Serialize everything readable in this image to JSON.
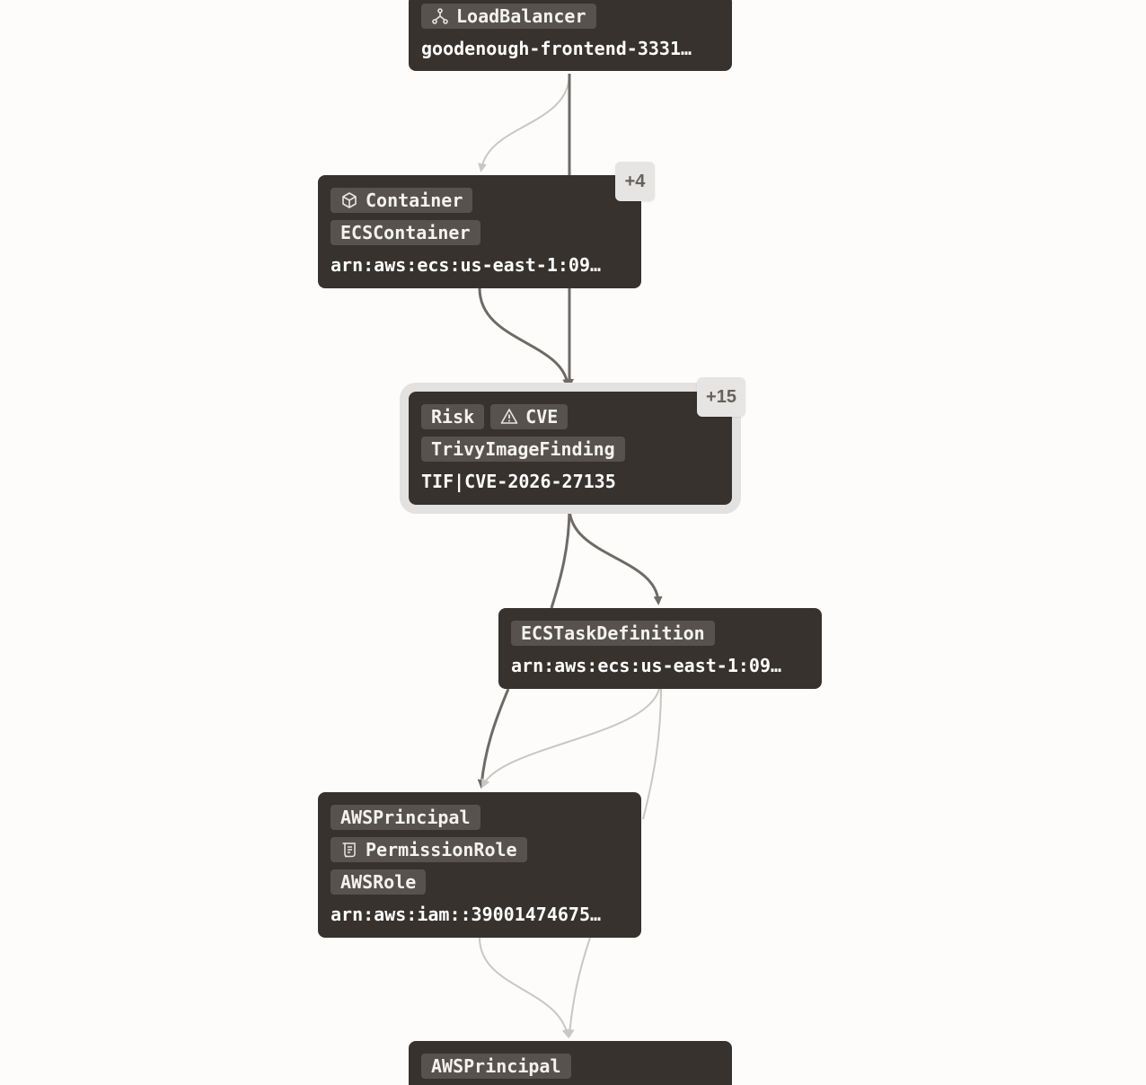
{
  "colors": {
    "background": "#fdfcfb",
    "node_bg": "#37322d",
    "tag_bg": "#57524d",
    "edge_strong": "#6e6a66",
    "edge_light": "#c9c7c4",
    "badge_bg": "#e6e5e3",
    "selected_ring": "#e3e2e0"
  },
  "nodes": {
    "loadbalancer": {
      "tags": [
        {
          "label": "LoadBalancer",
          "icon": "load-balancer-icon"
        }
      ],
      "id": "goodenough-frontend-3331…"
    },
    "container": {
      "tags": [
        {
          "label": "Container",
          "icon": "cube-icon"
        },
        {
          "label": "ECSContainer"
        }
      ],
      "id": "arn:aws:ecs:us-east-1:09…",
      "badge": "+4"
    },
    "finding": {
      "tags": [
        {
          "label": "Risk"
        },
        {
          "label": "CVE",
          "icon": "warning-icon"
        },
        {
          "label": "TrivyImageFinding"
        }
      ],
      "id": "TIF|CVE-2026-27135",
      "badge": "+15",
      "selected": true
    },
    "taskdef": {
      "tags": [
        {
          "label": "ECSTaskDefinition"
        }
      ],
      "id": "arn:aws:ecs:us-east-1:09…"
    },
    "role": {
      "tags": [
        {
          "label": "AWSPrincipal"
        },
        {
          "label": "PermissionRole",
          "icon": "scroll-icon"
        },
        {
          "label": "AWSRole"
        }
      ],
      "id": "arn:aws:iam::39001474675…"
    },
    "principal": {
      "tags": [
        {
          "label": "AWSPrincipal"
        }
      ]
    }
  }
}
